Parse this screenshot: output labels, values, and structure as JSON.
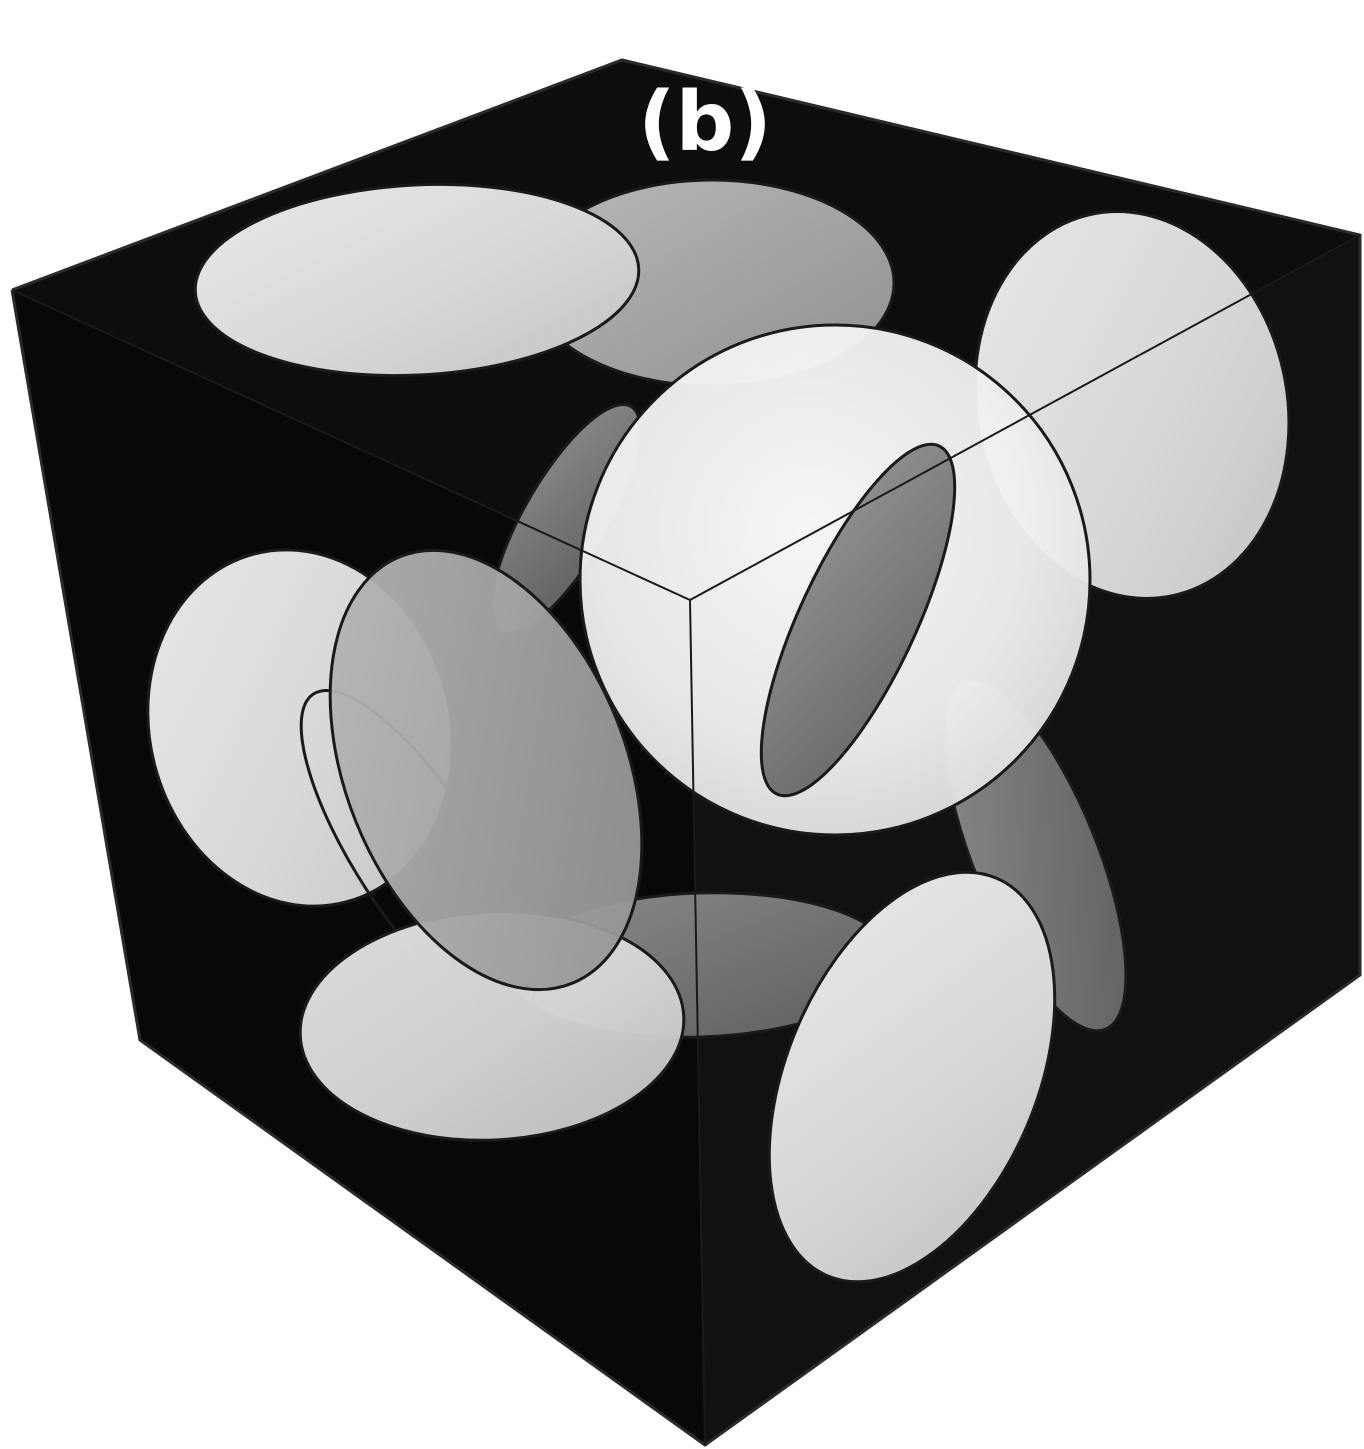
{
  "figure": {
    "panel_label": "(b)"
  },
  "colors": {
    "background": "#ffffff",
    "cube_face": "#0a0a0a",
    "cube_edge": "#2a2a2a",
    "disc_light": "#dcdcdc",
    "disc_mid": "#a8a8a8",
    "disc_dark": "#7a7a7a",
    "sphere": "#f2f2f2",
    "outline": "#1a1a1a"
  },
  "scene": {
    "objects": [
      {
        "kind": "cube",
        "name": "cube"
      },
      {
        "kind": "disc",
        "name": "disc-top-left",
        "shade": "light"
      },
      {
        "kind": "disc",
        "name": "disc-top-center",
        "shade": "mid"
      },
      {
        "kind": "disc",
        "name": "disc-right-upper",
        "shade": "light"
      },
      {
        "kind": "disc",
        "name": "disc-center-thin",
        "shade": "dark"
      },
      {
        "kind": "sphere",
        "name": "sphere-center"
      },
      {
        "kind": "disc",
        "name": "disc-left",
        "shade": "light"
      },
      {
        "kind": "disc",
        "name": "disc-left-front",
        "shade": "mid"
      },
      {
        "kind": "disc",
        "name": "disc-bottom-center",
        "shade": "dark"
      },
      {
        "kind": "disc",
        "name": "disc-bottom-left",
        "shade": "light"
      },
      {
        "kind": "disc",
        "name": "disc-right-thin",
        "shade": "dark"
      },
      {
        "kind": "disc",
        "name": "disc-bottom-right",
        "shade": "light"
      }
    ]
  }
}
